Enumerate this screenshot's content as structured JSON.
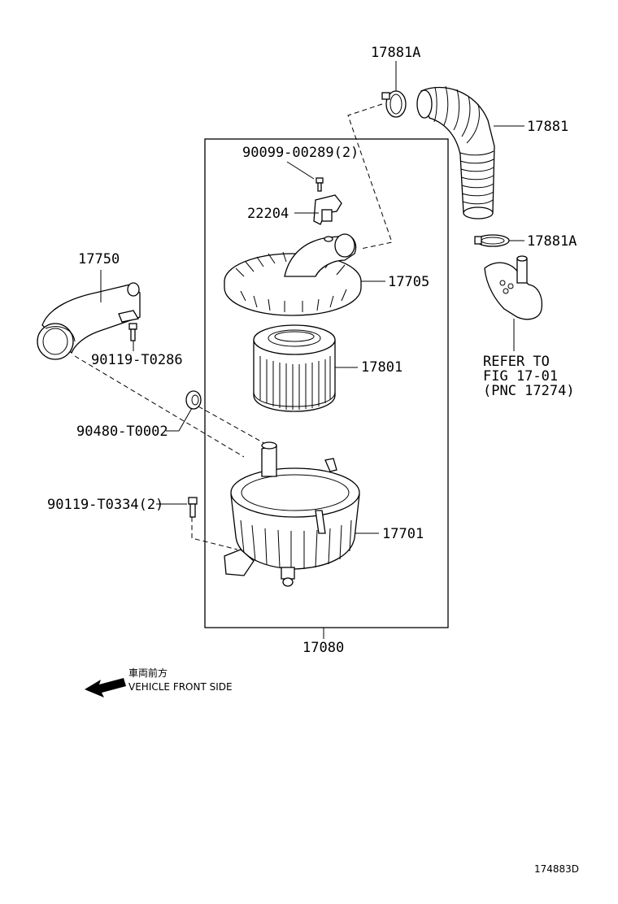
{
  "callouts": {
    "c17881A_top": "17881A",
    "c17881": "17881",
    "c17881A_mid": "17881A",
    "c90099": "90099-00289(2)",
    "c22204": "22204",
    "c17705": "17705",
    "c17750": "17750",
    "c90119_t0286": "90119-T0286",
    "c17801": "17801",
    "c90480": "90480-T0002",
    "c90119_t0334": "90119-T0334(2)",
    "c17701": "17701",
    "c17080": "17080"
  },
  "refer": {
    "line1": "REFER TO",
    "line2": "FIG 17-01",
    "line3": "(PNC 17274)"
  },
  "direction": {
    "japanese": "車両前方",
    "english": "VEHICLE FRONT SIDE",
    "icon": "arrow-left-icon"
  },
  "figure_id": "174883D"
}
